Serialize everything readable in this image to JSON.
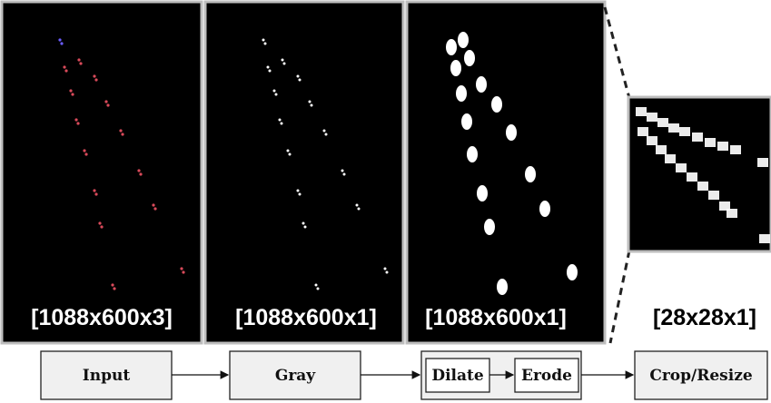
{
  "panels": [
    {
      "id": "input",
      "label": "[1088x600x3]"
    },
    {
      "id": "gray",
      "label": "[1088x600x1]"
    },
    {
      "id": "morph",
      "label": "[1088x600x1]"
    }
  ],
  "crop_label": "[28x28x1]",
  "pipeline": {
    "input": "Input",
    "gray": "Gray",
    "dilate": "Dilate",
    "erode": "Erode",
    "crop": "Crop/Resize"
  },
  "colors": {
    "panel_bg": "#000000",
    "panel_border": "#bdbdbd",
    "box_fill": "#f0f0f0",
    "dot_red": "#d94a5a",
    "dot_blue": "#6a5cff",
    "dot_white": "#ffffff"
  }
}
